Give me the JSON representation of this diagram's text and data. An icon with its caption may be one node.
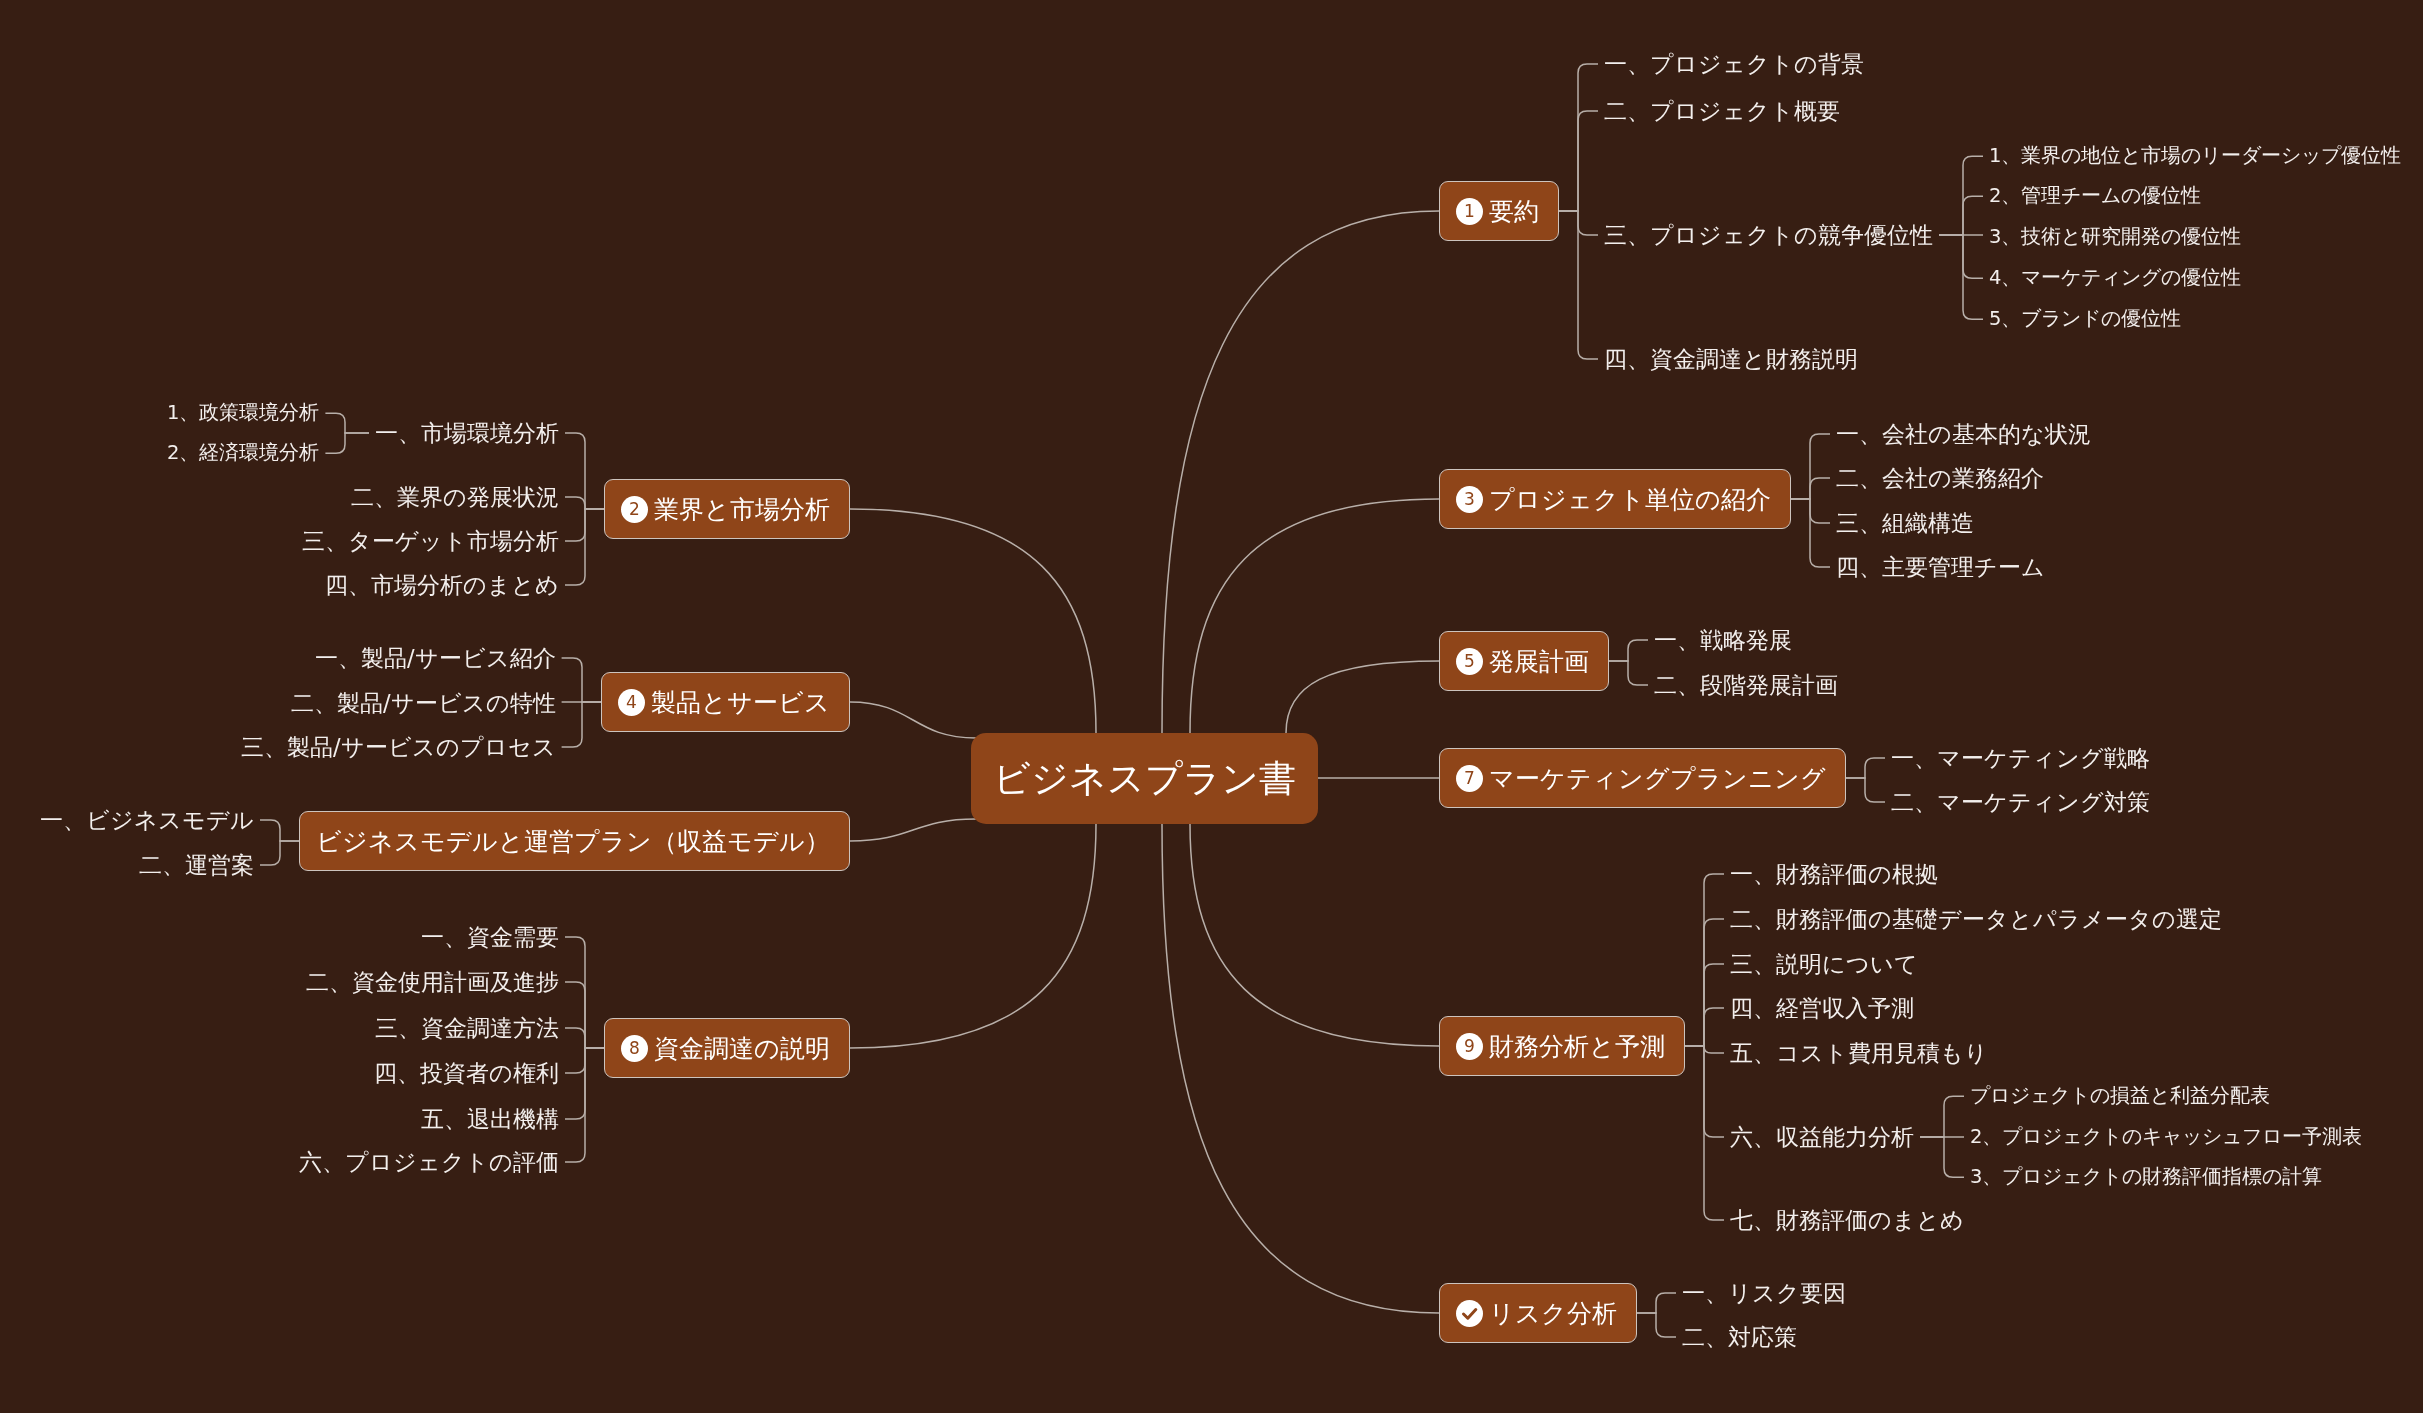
{
  "diagram": {
    "nodes": [
      {
        "text": [
          "ビジネスプラン書"
        ]
      },
      {
        "text": [
          "1",
          "要約"
        ]
      },
      {
        "text": [
          "一、プロジェクトの背景"
        ]
      },
      {
        "text": [
          "二、プロジェクト概要"
        ]
      },
      {
        "text": [
          "三、プロジェクトの競争優位性"
        ]
      },
      {
        "text": [
          "1、業界の地位と市場のリーダーシップ優位性"
        ]
      },
      {
        "text": [
          "2、管理チームの優位性"
        ]
      },
      {
        "text": [
          "3、技術と研究開発の優位性"
        ]
      },
      {
        "text": [
          "4、マーケティングの優位性"
        ]
      },
      {
        "text": [
          "5、ブランドの優位性"
        ]
      },
      {
        "text": [
          "四、資金調達と財務説明"
        ]
      },
      {
        "text": [
          "3",
          "プロジェクト単位の紹介"
        ]
      },
      {
        "text": [
          "一、会社の基本的な状況"
        ]
      },
      {
        "text": [
          "二、会社の業務紹介"
        ]
      },
      {
        "text": [
          "三、組織構造"
        ]
      },
      {
        "text": [
          "四、主要管理チーム"
        ]
      },
      {
        "text": [
          "5",
          "発展計画"
        ]
      },
      {
        "text": [
          "一、戦略発展"
        ]
      },
      {
        "text": [
          "二、段階発展計画"
        ]
      },
      {
        "text": [
          "7",
          "マーケティングプランニング"
        ]
      },
      {
        "text": [
          "一、マーケティング戦略"
        ]
      },
      {
        "text": [
          "二、マーケティング対策"
        ]
      },
      {
        "text": [
          "9",
          "財務分析と予測"
        ]
      },
      {
        "text": [
          "一、財務評価の根拠"
        ]
      },
      {
        "text": [
          "二、財務評価の基礎データとパラメータの選定"
        ]
      },
      {
        "text": [
          "三、説明について"
        ]
      },
      {
        "text": [
          "四、経営収入予測"
        ]
      },
      {
        "text": [
          "五、コスト費用見積もり"
        ]
      },
      {
        "text": [
          "六、収益能力分析"
        ]
      },
      {
        "text": [
          "プロジェクトの損益と利益分配表"
        ]
      },
      {
        "text": [
          "2、プロジェクトのキャッシュフロー予測表"
        ]
      },
      {
        "text": [
          "3、プロジェクトの財務評価指標の計算"
        ]
      },
      {
        "text": [
          "七、財務評価のまとめ"
        ]
      },
      {
        "text": [
          "リスク分析"
        ]
      },
      {
        "text": [
          "一、リスク要因"
        ]
      },
      {
        "text": [
          "二、対応策"
        ]
      },
      {
        "text": [
          "2",
          "業界と市場分析"
        ]
      },
      {
        "text": [
          "一、市場環境分析"
        ]
      },
      {
        "text": [
          "1、政策環境分析"
        ]
      },
      {
        "text": [
          "2、経済環境分析"
        ]
      },
      {
        "text": [
          "二、業界の発展状況"
        ]
      },
      {
        "text": [
          "三、ターゲット市場分析"
        ]
      },
      {
        "text": [
          "四、市場分析のまとめ"
        ]
      },
      {
        "text": [
          "4",
          "製品とサービス"
        ]
      },
      {
        "text": [
          "一、製品/サービス紹介"
        ]
      },
      {
        "text": [
          "二、製品/サービスの特性"
        ]
      },
      {
        "text": [
          "三、製品/サービスのプロセス"
        ]
      },
      {
        "text": [
          "ビジネスモデルと運営プラン（収益モデル）"
        ]
      },
      {
        "text": [
          "一、ビジネスモデル"
        ]
      },
      {
        "text": [
          "二、運営案"
        ]
      },
      {
        "text": [
          "8",
          "資金調達の説明"
        ]
      },
      {
        "text": [
          "一、資金需要"
        ]
      },
      {
        "text": [
          "二、資金使用計画及進捗"
        ]
      },
      {
        "text": [
          "三、資金調達方法"
        ]
      },
      {
        "text": [
          "四、投資者の権利"
        ]
      },
      {
        "text": [
          "五、退出機構"
        ]
      },
      {
        "text": [
          "六、プロジェクトの評価"
        ]
      }
    ],
    "edges": [
      {
        "from": 0,
        "to": 1,
        "arrow": "none"
      },
      {
        "from": 1,
        "to": 2,
        "arrow": "none"
      },
      {
        "from": 1,
        "to": 3,
        "arrow": "none"
      },
      {
        "from": 1,
        "to": 4,
        "arrow": "none"
      },
      {
        "from": 4,
        "to": 5,
        "arrow": "none"
      },
      {
        "from": 4,
        "to": 6,
        "arrow": "none"
      },
      {
        "from": 4,
        "to": 7,
        "arrow": "none"
      },
      {
        "from": 4,
        "to": 8,
        "arrow": "none"
      },
      {
        "from": 4,
        "to": 9,
        "arrow": "none"
      },
      {
        "from": 1,
        "to": 10,
        "arrow": "none"
      },
      {
        "from": 0,
        "to": 11,
        "arrow": "none"
      },
      {
        "from": 11,
        "to": 12,
        "arrow": "none"
      },
      {
        "from": 11,
        "to": 13,
        "arrow": "none"
      },
      {
        "from": 11,
        "to": 14,
        "arrow": "none"
      },
      {
        "from": 11,
        "to": 15,
        "arrow": "none"
      },
      {
        "from": 0,
        "to": 16,
        "arrow": "none"
      },
      {
        "from": 16,
        "to": 17,
        "arrow": "none"
      },
      {
        "from": 16,
        "to": 18,
        "arrow": "none"
      },
      {
        "from": 0,
        "to": 19,
        "arrow": "none"
      },
      {
        "from": 19,
        "to": 20,
        "arrow": "none"
      },
      {
        "from": 19,
        "to": 21,
        "arrow": "none"
      },
      {
        "from": 0,
        "to": 22,
        "arrow": "none"
      },
      {
        "from": 22,
        "to": 23,
        "arrow": "none"
      },
      {
        "from": 22,
        "to": 24,
        "arrow": "none"
      },
      {
        "from": 22,
        "to": 25,
        "arrow": "none"
      },
      {
        "from": 22,
        "to": 26,
        "arrow": "none"
      },
      {
        "from": 22,
        "to": 27,
        "arrow": "none"
      },
      {
        "from": 22,
        "to": 28,
        "arrow": "none"
      },
      {
        "from": 28,
        "to": 29,
        "arrow": "none"
      },
      {
        "from": 28,
        "to": 30,
        "arrow": "none"
      },
      {
        "from": 28,
        "to": 31,
        "arrow": "none"
      },
      {
        "from": 22,
        "to": 32,
        "arrow": "none"
      },
      {
        "from": 0,
        "to": 33,
        "arrow": "none"
      },
      {
        "from": 33,
        "to": 34,
        "arrow": "none"
      },
      {
        "from": 33,
        "to": 35,
        "arrow": "none"
      },
      {
        "from": 0,
        "to": 36,
        "arrow": "none"
      },
      {
        "from": 36,
        "to": 37,
        "arrow": "none"
      },
      {
        "from": 37,
        "to": 38,
        "arrow": "none"
      },
      {
        "from": 37,
        "to": 39,
        "arrow": "none"
      },
      {
        "from": 36,
        "to": 40,
        "arrow": "none"
      },
      {
        "from": 36,
        "to": 41,
        "arrow": "none"
      },
      {
        "from": 36,
        "to": 42,
        "arrow": "none"
      },
      {
        "from": 0,
        "to": 43,
        "arrow": "none"
      },
      {
        "from": 43,
        "to": 44,
        "arrow": "none"
      },
      {
        "from": 43,
        "to": 45,
        "arrow": "none"
      },
      {
        "from": 43,
        "to": 46,
        "arrow": "none"
      },
      {
        "from": 0,
        "to": 47,
        "arrow": "none"
      },
      {
        "from": 47,
        "to": 48,
        "arrow": "none"
      },
      {
        "from": 47,
        "to": 49,
        "arrow": "none"
      },
      {
        "from": 0,
        "to": 50,
        "arrow": "none"
      },
      {
        "from": 50,
        "to": 51,
        "arrow": "none"
      },
      {
        "from": 50,
        "to": 52,
        "arrow": "none"
      },
      {
        "from": 50,
        "to": 53,
        "arrow": "none"
      },
      {
        "from": 50,
        "to": 54,
        "arrow": "none"
      },
      {
        "from": 50,
        "to": 55,
        "arrow": "none"
      },
      {
        "from": 50,
        "to": 56,
        "arrow": "none"
      }
    ]
  }
}
